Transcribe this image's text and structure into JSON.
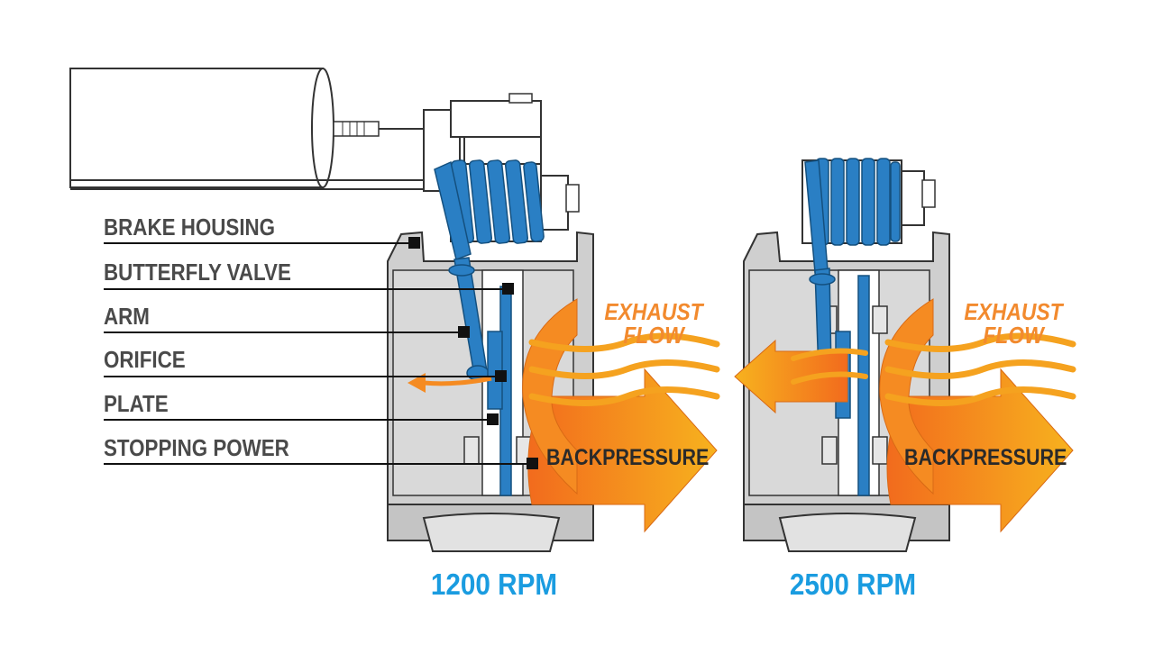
{
  "labels": {
    "brake_housing": "BRAKE HOUSING",
    "butterfly_valve": "BUTTERFLY VALVE",
    "arm": "ARM",
    "orifice": "ORIFICE",
    "plate": "PLATE",
    "stopping_power": "STOPPING POWER"
  },
  "left_panel": {
    "exhaust_flow_line1": "EXHAUST",
    "exhaust_flow_line2": "FLOW",
    "backpressure": "BACKPRESSURE",
    "rpm": "1200 RPM"
  },
  "right_panel": {
    "exhaust_flow_line1": "EXHAUST",
    "exhaust_flow_line2": "FLOW",
    "backpressure": "BACKPRESSURE",
    "rpm": "2500 RPM"
  },
  "colors": {
    "housing_gray": "#cfcfcf",
    "valve_blue": "#2a7fc4",
    "flow_orange": "#f5a21f",
    "label_gray": "#4a4a4a",
    "rpm_blue": "#1a9ce0"
  }
}
